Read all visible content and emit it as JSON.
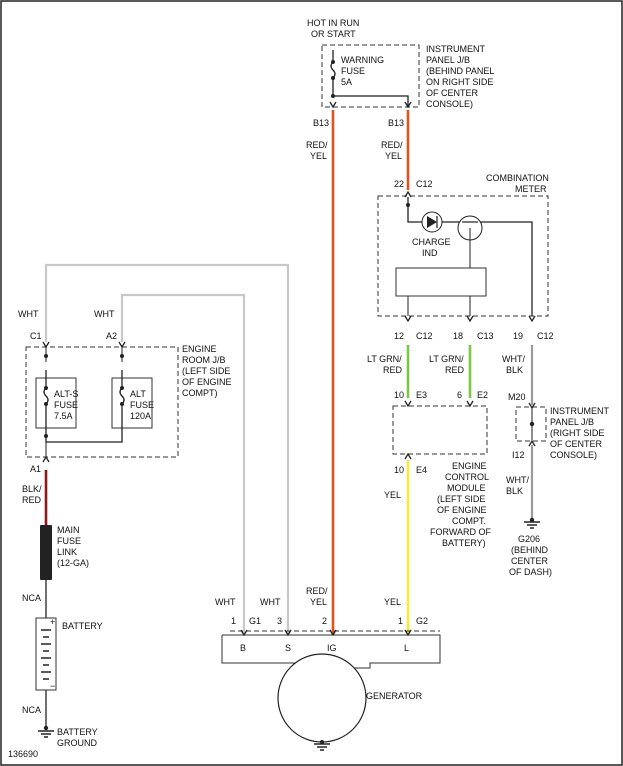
{
  "diagram_id": "136690",
  "colors": {
    "red_yel": "#e0521e",
    "lt_grn_red": "#7ac943",
    "yel": "#f2ee3a",
    "blk_red": "#8b1a1a",
    "wht": "#c8c8c8",
    "wht_blk": "#9a9a9a",
    "black": "#222222"
  },
  "hot_label": [
    "HOT IN RUN",
    "OR START"
  ],
  "instrument_jb": {
    "title": [
      "INSTRUMENT",
      "PANEL J/B",
      "(BEHIND PANEL",
      "ON RIGHT SIDE",
      "OF CENTER",
      "CONSOLE)"
    ],
    "fuse_label": [
      "WARNING",
      "FUSE",
      "5A"
    ],
    "pin_left": "B13",
    "pin_right": "B13"
  },
  "wire_left_top": [
    "RED/",
    "YEL"
  ],
  "wire_right_top": [
    "RED/",
    "YEL"
  ],
  "combination_meter": {
    "title": [
      "COMBINATION",
      "METER"
    ],
    "pin_top_num": "22",
    "pin_top_conn": "C12",
    "charge_label": [
      "CHARGE",
      "IND"
    ],
    "pins": [
      {
        "num": "12",
        "conn": "C12"
      },
      {
        "num": "18",
        "conn": "C13"
      },
      {
        "num": "19",
        "conn": "C12"
      }
    ]
  },
  "wire_lt_grn_1": [
    "LT GRN/",
    "RED"
  ],
  "wire_lt_grn_2": [
    "LT GRN/",
    "RED"
  ],
  "wire_wht_blk_1": [
    "WHT/",
    "BLK"
  ],
  "wire_wht_blk_2": [
    "WHT/",
    "BLK"
  ],
  "ecm": {
    "pin_e3_num": "10",
    "pin_e3": "E3",
    "pin_e2_num": "6",
    "pin_e2": "E2",
    "pin_e4_num": "10",
    "pin_e4": "E4",
    "title": [
      "ENGINE",
      "CONTROL",
      "MODULE",
      "(LEFT SIDE",
      "OF ENGINE",
      "COMPT.",
      "FORWARD OF",
      "BATTERY)"
    ]
  },
  "instrument_jb2": {
    "pin_top": "M20",
    "pin_bottom": "I12",
    "title": [
      "INSTRUMENT",
      "PANEL J/B",
      "(RIGHT SIDE",
      "OF CENTER",
      "CONSOLE)"
    ]
  },
  "ground_g206": [
    "G206",
    "(BEHIND",
    "CENTER",
    "OF DASH)"
  ],
  "engine_room_jb": {
    "title": [
      "ENGINE",
      "ROOM J/B",
      "(LEFT SIDE",
      "OF ENGINE",
      "COMPT)"
    ],
    "pin_c1": "C1",
    "pin_a2": "A2",
    "pin_a1": "A1",
    "fuse1": [
      "ALT-S",
      "FUSE",
      "7.5A"
    ],
    "fuse2": [
      "ALT",
      "FUSE",
      "120A"
    ]
  },
  "wht_c1": "WHT",
  "wht_a2": "WHT",
  "blk_red": [
    "BLK/",
    "RED"
  ],
  "fusible_link": [
    "MAIN",
    "FUSE",
    "LINK",
    "(12-GA)"
  ],
  "nca_top": "NCA",
  "battery_label": "BATTERY",
  "battery_plus": "+",
  "battery_minus": "−",
  "nca_bottom": "NCA",
  "battery_ground": [
    "BATTERY",
    "GROUND"
  ],
  "generator": {
    "label": "GENERATOR",
    "wire_labels": {
      "wht1": "WHT",
      "wht2": "WHT",
      "red_yel": [
        "RED/",
        "YEL"
      ],
      "yel": "YEL"
    },
    "pins": [
      {
        "num": "1",
        "conn": "G1"
      },
      {
        "num": "3",
        "conn": ""
      },
      {
        "num": "2",
        "conn": ""
      },
      {
        "num": "1",
        "conn": "G2"
      }
    ],
    "terminals": [
      "B",
      "S",
      "IG",
      "L"
    ]
  },
  "wire_yel_ecm": "YEL"
}
